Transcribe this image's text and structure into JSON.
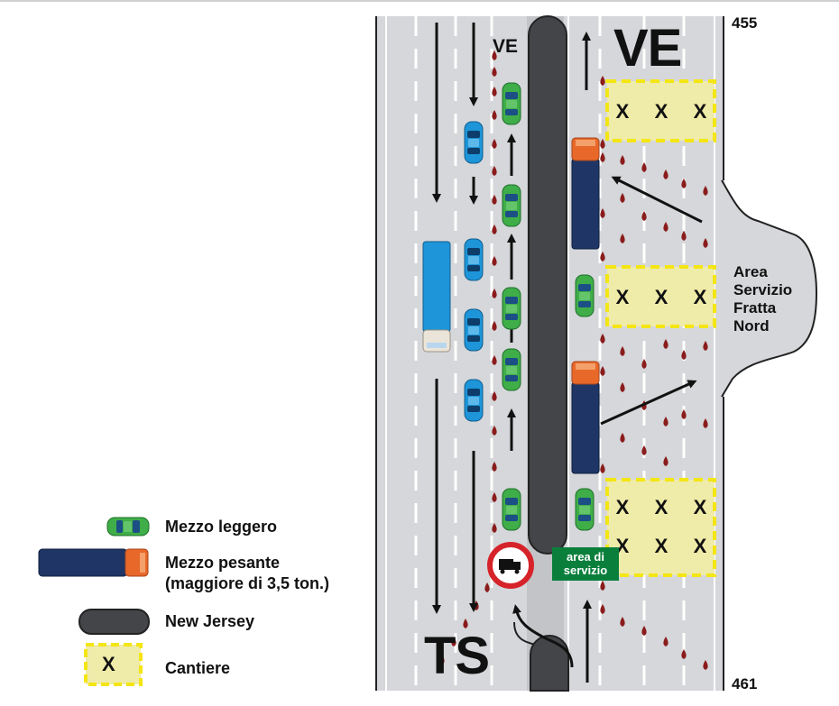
{
  "map": {
    "km_top": "455",
    "km_bottom": "461",
    "direction_top_left": "VE",
    "direction_top_right": "VE",
    "direction_bottom": "TS",
    "service_area_lines": [
      "Area",
      "Servizio",
      "Fratta",
      "Nord"
    ],
    "service_sign_lines": [
      "area di",
      "servizio"
    ],
    "cantiere_marker": "X"
  },
  "legend": {
    "light_vehicle": "Mezzo leggero",
    "heavy_vehicle_line1": "Mezzo pesante",
    "heavy_vehicle_line2": "(maggiore di 3,5 ton.)",
    "new_jersey": "New Jersey",
    "cantiere_x": "X",
    "cantiere": "Cantiere"
  },
  "colors": {
    "asphalt": "#d5d7da",
    "barrier": "#444549",
    "light_vehicle": "#3fae48",
    "car_blue": "#1d95d8",
    "heavy_vehicle": "#1e3566",
    "heavy_cab": "#e8682a",
    "cantiere_fill": "#efeba9",
    "cantiere_border": "#f4e514",
    "sign_green": "#0a7f3c",
    "sign_red": "#d6232a",
    "cone": "#8a1c1c"
  }
}
